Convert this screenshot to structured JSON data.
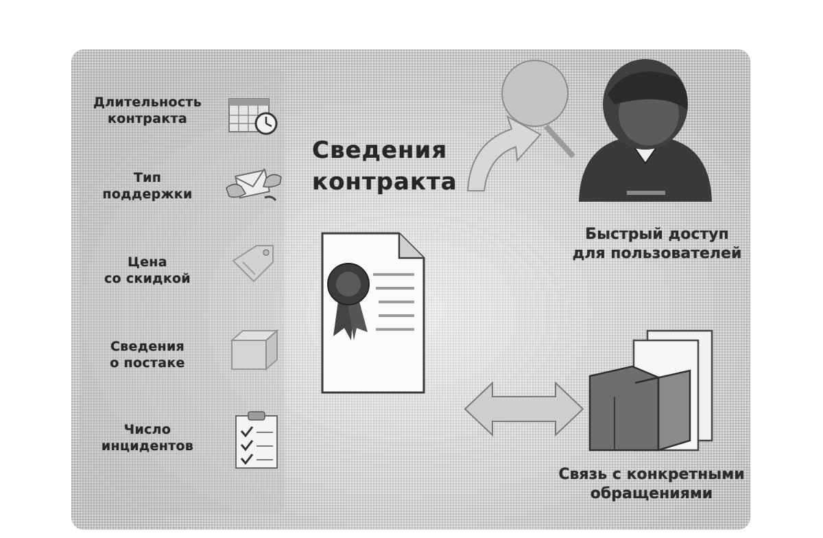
{
  "left_items": [
    {
      "line1": "Длительность",
      "line2": "контракта",
      "icon": "calendar-clock-icon"
    },
    {
      "line1": "Тип",
      "line2": "поддержки",
      "icon": "envelope-hands-icon"
    },
    {
      "line1": "Цена",
      "line2": "со скидкой",
      "icon": "price-tag-icon"
    },
    {
      "line1": "Сведения",
      "line2": "о постаке",
      "icon": "box-shipment-icon"
    },
    {
      "line1": "Число",
      "line2": "инцидентов",
      "icon": "checklist-icon"
    }
  ],
  "center_title": {
    "line1": "Сведения",
    "line2": "контракта"
  },
  "user_caption": {
    "line1": "Быстрый доступ",
    "line2": "для пользователей"
  },
  "cases_caption": {
    "line1": "Связь с конкретными",
    "line2": "обращениями"
  },
  "colors": {
    "background_gray": "#bdbdbd",
    "panel_gray": "#cfcfcf",
    "dark": "#3a3a3a",
    "white": "#ffffff"
  }
}
